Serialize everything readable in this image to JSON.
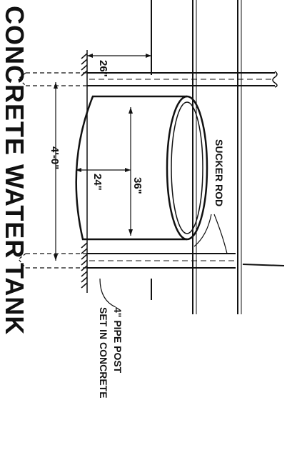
{
  "title_words": [
    "CONCRETE",
    "WATER",
    "TANK"
  ],
  "dimensions": {
    "width_overall": "26\"",
    "height_overall": "4'-0\"",
    "depth": "24\"",
    "diameter": "36\""
  },
  "callouts": {
    "sucker_rod": "SUCKER ROD",
    "pipe_post": [
      "4\" PIPE POST",
      "SET IN CONCRETE"
    ]
  }
}
